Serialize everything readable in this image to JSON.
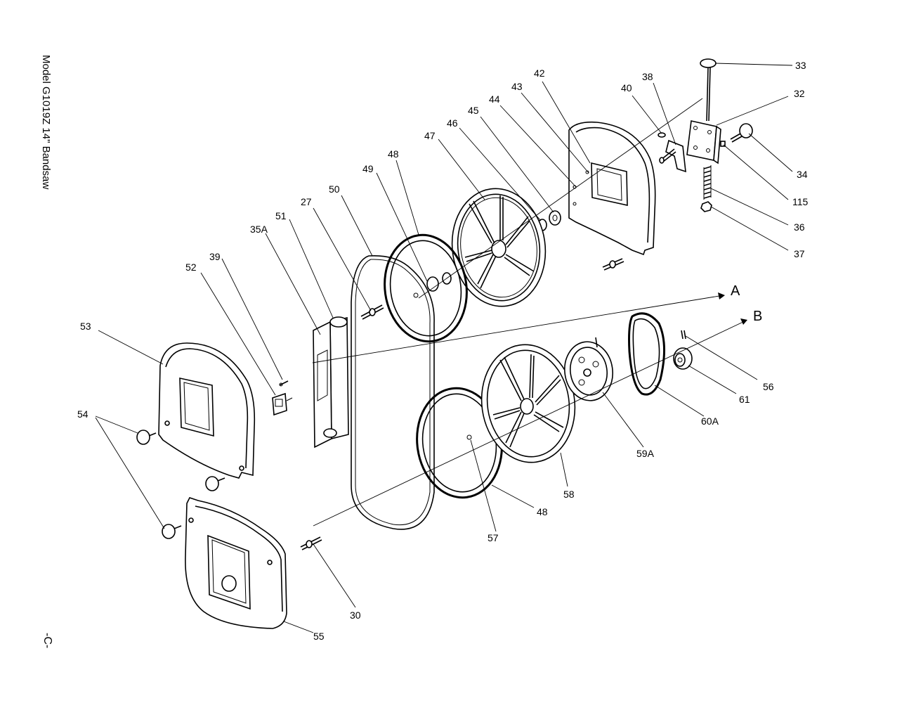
{
  "header": {
    "model_title": "Model G1019Z 14\" Bandsaw"
  },
  "footer": {
    "page_label": "-C-"
  },
  "callouts": {
    "p33": "33",
    "p32": "32",
    "p34": "34",
    "p115": "115",
    "p36": "36",
    "p37": "37",
    "p40": "40",
    "p38": "38",
    "p42": "42",
    "p43": "43",
    "p44": "44",
    "p45": "45",
    "p46": "46",
    "p47": "47",
    "p48_top": "48",
    "p49": "49",
    "p50": "50",
    "p27": "27",
    "p51": "51",
    "p35A": "35A",
    "p39": "39",
    "p52": "52",
    "p53": "53",
    "p54": "54",
    "pA": "A",
    "pB": "B",
    "p56": "56",
    "p61": "61",
    "p60A": "60A",
    "p59A": "59A",
    "p58": "58",
    "p48_bottom": "48",
    "p57": "57",
    "p30": "30",
    "p55": "55"
  }
}
